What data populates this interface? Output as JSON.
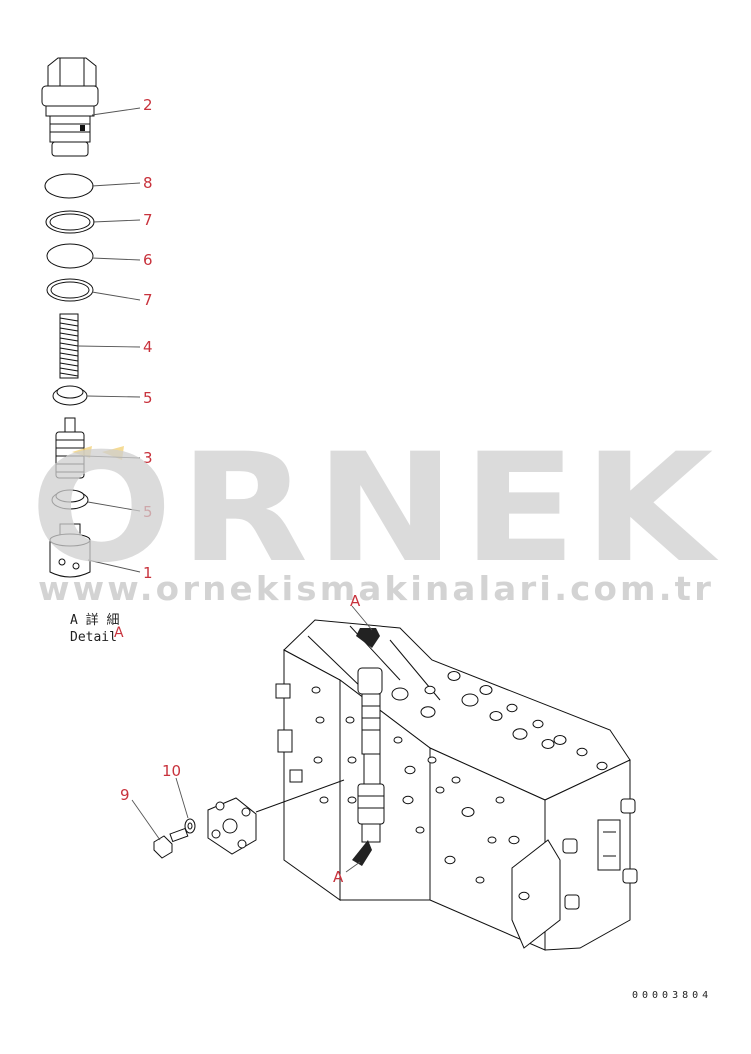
{
  "diagram": {
    "callouts_detail": [
      "2",
      "8",
      "7",
      "6",
      "7",
      "4",
      "5",
      "3",
      "5",
      "1"
    ],
    "callouts_assembly": [
      "10",
      "9"
    ],
    "view_marker_top": "A",
    "view_marker_bottom": "A",
    "detail_label_jp": "A 詳 細",
    "detail_label_en": "Detail",
    "detail_label_letter": "A",
    "document_number": "00003804"
  },
  "watermark": {
    "brand": "ORNEK",
    "url": "www.ornekismakinalari.com.tr"
  },
  "colors": {
    "callout": "#c8323c",
    "watermark": "#cfcfcf"
  }
}
